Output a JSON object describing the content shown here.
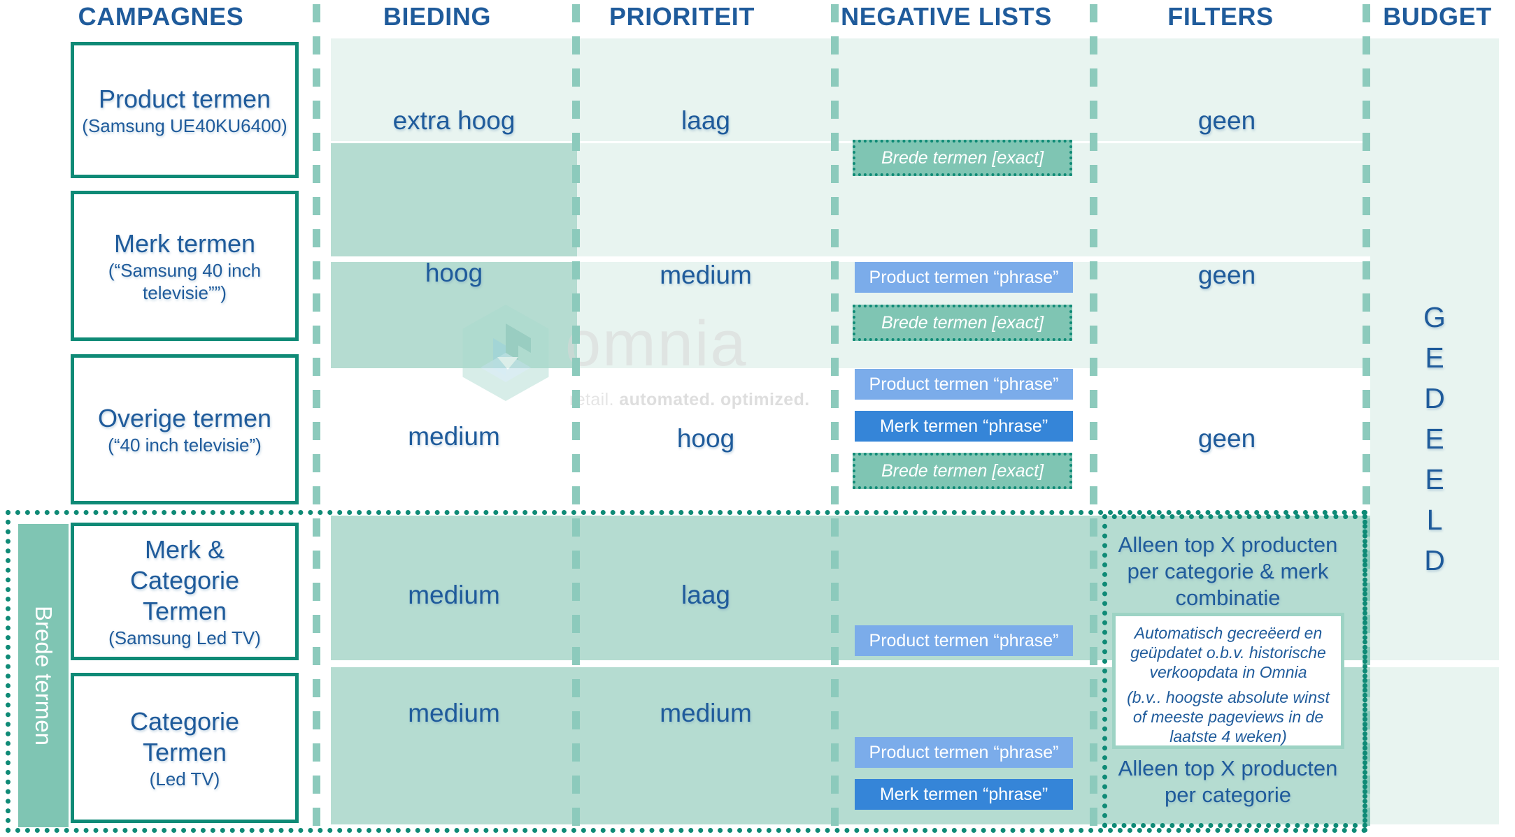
{
  "headers": [
    {
      "label": "CAMPAGNES"
    },
    {
      "label": "BIEDING"
    },
    {
      "label": "PRIORITEIT"
    },
    {
      "label": "NEGATIVE LISTS"
    },
    {
      "label": "FILTERS"
    },
    {
      "label": "BUDGET"
    }
  ],
  "rows": [
    {
      "campaign_title": "Product termen",
      "campaign_sub": "(Samsung UE40KU6400)",
      "bieding": "extra hoog",
      "prioriteit": "laag",
      "negative_lists": [
        {
          "text": "Brede termen [exact]",
          "style": "teal"
        }
      ],
      "filters": "geen"
    },
    {
      "campaign_title": "Merk termen",
      "campaign_sub": "(“Samsung 40 inch televisie””)",
      "bieding": "hoog",
      "prioriteit": "medium",
      "negative_lists": [
        {
          "text": "Product termen “phrase”",
          "style": "blue-light"
        },
        {
          "text": "Brede termen [exact]",
          "style": "teal"
        }
      ],
      "filters": "geen"
    },
    {
      "campaign_title": "Overige termen",
      "campaign_sub": "(“40 inch televisie”)",
      "bieding": "medium",
      "prioriteit": "hoog",
      "negative_lists": [
        {
          "text": "Product termen “phrase”",
          "style": "blue-light"
        },
        {
          "text": "Merk termen “phrase”",
          "style": "blue-dark"
        },
        {
          "text": "Brede termen [exact]",
          "style": "teal"
        }
      ],
      "filters": "geen"
    },
    {
      "campaign_title": "Merk &amp;\nCategorie\nTermen",
      "campaign_title_lines": [
        "Merk &",
        "Categorie",
        "Termen"
      ],
      "campaign_sub": "(Samsung Led TV)",
      "bieding": "medium",
      "prioriteit": "laag",
      "negative_lists": [
        {
          "text": "Product termen “phrase”",
          "style": "blue-light"
        }
      ],
      "filters": "Alleen top X producten per categorie & merk combinatie"
    },
    {
      "campaign_title": "Categorie\nTermen",
      "campaign_title_lines": [
        "Categorie",
        "Termen"
      ],
      "campaign_sub": "(Led TV)",
      "bieding": "medium",
      "prioriteit": "medium",
      "negative_lists": [
        {
          "text": "Product termen “phrase”",
          "style": "blue-light"
        },
        {
          "text": "Merk termen “phrase”",
          "style": "blue-dark"
        }
      ],
      "filters": "Alleen top X producten per categorie"
    }
  ],
  "filters_note": {
    "line1": "Automatisch gecreëerd en geüpdatet o.b.v. historische verkoopdata in Omnia",
    "line2": "(b.v.. hoogste absolute winst of meeste pageviews in de laatste 4 weken)"
  },
  "budget": {
    "value": "GEDEELD",
    "letters": [
      "G",
      "E",
      "D",
      "E",
      "E",
      "L",
      "D"
    ]
  },
  "brede_termen_group": {
    "label": "Brede termen"
  },
  "watermark": {
    "word": "omnia",
    "tag_part1": "retail. ",
    "tag_part2": "automated. ",
    "tag_part3": "optimized."
  },
  "colors": {
    "heading_blue": "#1f5b9b",
    "teal_border": "#0f8a76",
    "cell_light": "#e8f4f0",
    "cell_mid": "#b5dcd1",
    "chip_blue_light": "#7bacea",
    "chip_blue_dark": "#3585d8",
    "chip_teal": "#7fc5b3"
  }
}
